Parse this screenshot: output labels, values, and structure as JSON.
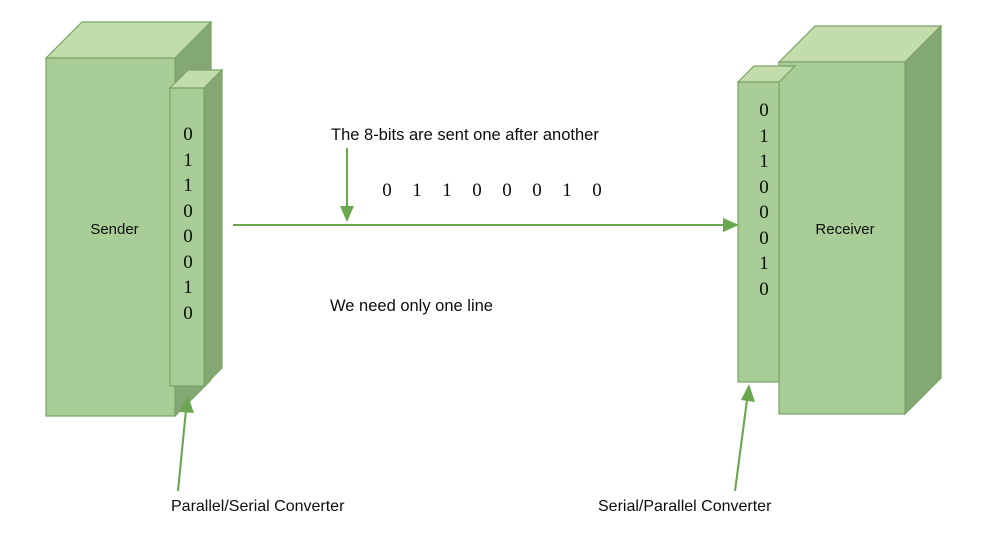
{
  "diagram": {
    "title_note": "The 8-bits are sent one after another",
    "line_note": "We need only one line",
    "sender": {
      "label": "Sender",
      "bits": [
        "0",
        "1",
        "1",
        "0",
        "0",
        "0",
        "1",
        "0"
      ],
      "converter_label": "Parallel/Serial Converter"
    },
    "receiver": {
      "label": "Receiver",
      "bits": [
        "0",
        "1",
        "1",
        "0",
        "0",
        "0",
        "1",
        "0"
      ],
      "converter_label": "Serial/Parallel Converter"
    },
    "serial_stream": [
      "0",
      "1",
      "1",
      "0",
      "0",
      "0",
      "1",
      "0"
    ],
    "colors": {
      "face_front": "#a8cd96",
      "face_top": "#c3dcab",
      "face_side": "#84a873",
      "outline": "#7aa366",
      "arrow": "#6aa84f",
      "text": "#0d0d0d",
      "background": "#ffffff"
    }
  }
}
